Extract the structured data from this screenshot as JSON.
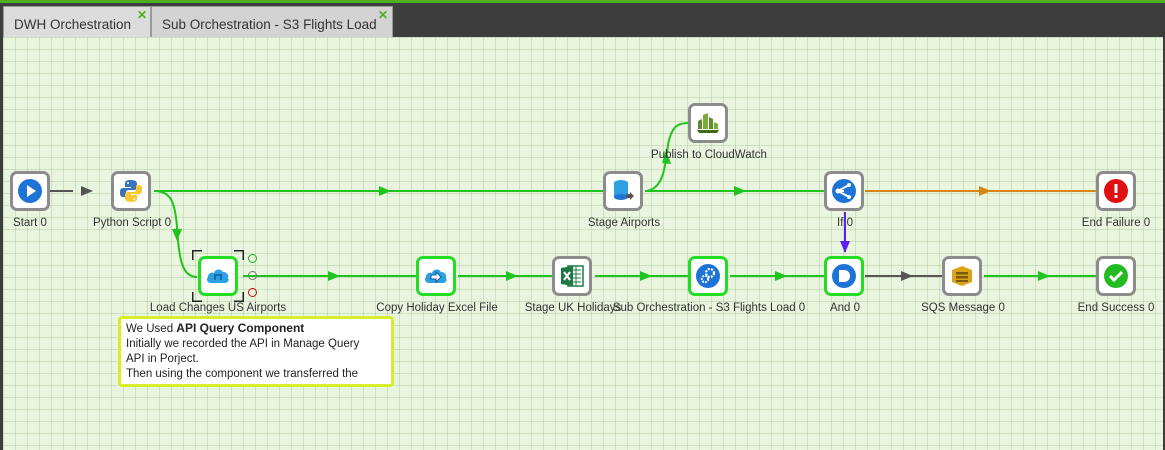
{
  "tabs": [
    {
      "label": "DWH Orchestration",
      "close": "✕"
    },
    {
      "label": "Sub Orchestration - S3 Flights Load",
      "close": "✕"
    }
  ],
  "nodes": {
    "start": {
      "label": "Start 0",
      "icon": "play-icon"
    },
    "python": {
      "label": "Python Script 0",
      "icon": "python-icon"
    },
    "load_changes": {
      "label": "Load Changes US Airports",
      "icon": "cloud-api-icon"
    },
    "copy_holiday": {
      "label": "Copy Holiday Excel File",
      "icon": "cloud-copy-icon"
    },
    "stage_uk": {
      "label": "Stage UK Holidays",
      "icon": "excel-icon"
    },
    "sub_orch": {
      "label": "Sub Orchestration - S3 Flights Load 0",
      "icon": "gears-icon"
    },
    "stage_airports": {
      "label": "Stage Airports",
      "icon": "database-icon"
    },
    "publish_cw": {
      "label": "Publish to CloudWatch",
      "icon": "cloudwatch-icon"
    },
    "if0": {
      "label": "If 0",
      "icon": "branch-icon"
    },
    "and0": {
      "label": "And 0",
      "icon": "and-icon"
    },
    "sqs": {
      "label": "SQS Message 0",
      "icon": "sqs-icon"
    },
    "end_failure": {
      "label": "End Failure 0",
      "icon": "exclamation-icon"
    },
    "end_success": {
      "label": "End Success 0",
      "icon": "check-icon"
    }
  },
  "note": {
    "prefix": "We Used ",
    "bold": "API Query Component",
    "line2": "Initially we recorded the API in Manage Query",
    "line3": "API in Porject.",
    "line4": "Then using the component we transferred the"
  },
  "colors": {
    "accent": "#4fae1e",
    "success_link": "#1fc41f",
    "failure_link": "#d4860f",
    "unconditional_link": "#555555",
    "true_link": "#5b1fff",
    "start_blue": "#1e74d6",
    "fail_red": "#e01010",
    "ok_green": "#22bb22"
  }
}
